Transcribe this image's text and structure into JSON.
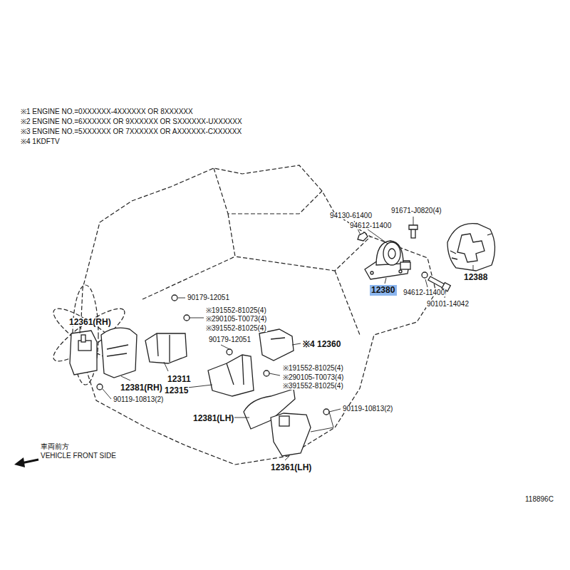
{
  "diagram": {
    "nodes": [
      {
        "text": [
          "12380"
        ]
      }
    ],
    "labels": [
      "※1 ENGINE NO.=0XXXXXX-4XXXXXX OR 8XXXXXX",
      "※2 ENGINE NO.=6XXXXXX OR 9XXXXXX OR SXXXXXX-UXXXXXX",
      "※3 ENGINE NO.=5XXXXXX OR 7XXXXXX OR AXXXXXX-CXXXXXX",
      "※4 1KDFTV",
      "94130-61400",
      "91671-J0820(4)",
      "94612-11400",
      "12388",
      "94612-11400",
      "90101-14042",
      "90179-12051",
      "※191552-81025(4)",
      "※290105-T0073(4)",
      "※391552-81025(4)",
      "12361(RH)",
      "90179-12051",
      "※4 12360",
      "12381(RH)",
      "12311",
      "※191552-81025(4)",
      "※290105-T0073(4)",
      "※391552-81025(4)",
      "12315",
      "90119-10813(2)",
      "90119-10813(2)",
      "12381(LH)",
      "12361(LH)",
      "車両前方",
      "VEHICLE FRONT SIDE",
      "118896C"
    ]
  }
}
